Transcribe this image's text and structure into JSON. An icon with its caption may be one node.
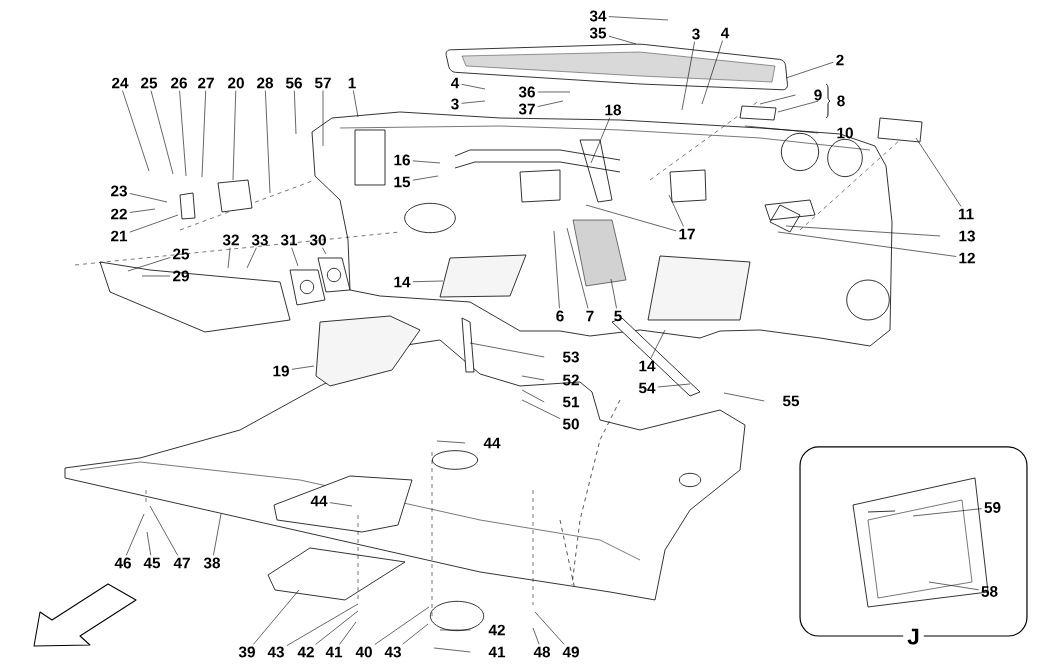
{
  "diagram": {
    "nodes": [
      {
        "text": [
          "34"
        ]
      },
      {
        "text": [
          "35"
        ]
      },
      {
        "text": [
          "3"
        ]
      },
      {
        "text": [
          "4"
        ]
      },
      {
        "text": [
          "2"
        ]
      },
      {
        "text": [
          "24"
        ]
      },
      {
        "text": [
          "25"
        ]
      },
      {
        "text": [
          "26"
        ]
      },
      {
        "text": [
          "27"
        ]
      },
      {
        "text": [
          "20"
        ]
      },
      {
        "text": [
          "28"
        ]
      },
      {
        "text": [
          "56"
        ]
      },
      {
        "text": [
          "57"
        ]
      },
      {
        "text": [
          "1"
        ]
      },
      {
        "text": [
          "4"
        ]
      },
      {
        "text": [
          "36"
        ]
      },
      {
        "text": [
          "9"
        ]
      },
      {
        "text": [
          "8"
        ]
      },
      {
        "text": [
          "3"
        ]
      },
      {
        "text": [
          "37"
        ]
      },
      {
        "text": [
          "18"
        ]
      },
      {
        "text": [
          "10"
        ]
      },
      {
        "text": [
          "16"
        ]
      },
      {
        "text": [
          "15"
        ]
      },
      {
        "text": [
          "23"
        ]
      },
      {
        "text": [
          "22"
        ]
      },
      {
        "text": [
          "11"
        ]
      },
      {
        "text": [
          "17"
        ]
      },
      {
        "text": [
          "21"
        ]
      },
      {
        "text": [
          "13"
        ]
      },
      {
        "text": [
          "32"
        ]
      },
      {
        "text": [
          "33"
        ]
      },
      {
        "text": [
          "31"
        ]
      },
      {
        "text": [
          "30"
        ]
      },
      {
        "text": [
          "25"
        ]
      },
      {
        "text": [
          "12"
        ]
      },
      {
        "text": [
          "29"
        ]
      },
      {
        "text": [
          "14"
        ]
      },
      {
        "text": [
          "6"
        ]
      },
      {
        "text": [
          "7"
        ]
      },
      {
        "text": [
          "5"
        ]
      },
      {
        "text": [
          "53"
        ]
      },
      {
        "text": [
          "14"
        ]
      },
      {
        "text": [
          "19"
        ]
      },
      {
        "text": [
          "52"
        ]
      },
      {
        "text": [
          "54"
        ]
      },
      {
        "text": [
          "51"
        ]
      },
      {
        "text": [
          "55"
        ]
      },
      {
        "text": [
          "50"
        ]
      },
      {
        "text": [
          "44"
        ]
      },
      {
        "text": [
          "44"
        ]
      },
      {
        "text": [
          "J"
        ]
      },
      {
        "text": [
          "59"
        ],
        "in": 51
      },
      {
        "text": [
          "58"
        ],
        "in": 51
      },
      {
        "text": [
          "46"
        ]
      },
      {
        "text": [
          "45"
        ]
      },
      {
        "text": [
          "47"
        ]
      },
      {
        "text": [
          "38"
        ]
      },
      {
        "text": [
          "39"
        ]
      },
      {
        "text": [
          "43"
        ]
      },
      {
        "text": [
          "42"
        ]
      },
      {
        "text": [
          "41"
        ]
      },
      {
        "text": [
          "40"
        ]
      },
      {
        "text": [
          "43"
        ]
      },
      {
        "text": [
          "42"
        ]
      },
      {
        "text": [
          "41"
        ]
      },
      {
        "text": [
          "48"
        ]
      },
      {
        "text": [
          "49"
        ]
      }
    ],
    "edges": [
      {
        "from": 0,
        "to": null,
        "arrow": "none"
      },
      {
        "from": 1,
        "to": null,
        "arrow": "none"
      },
      {
        "from": 2,
        "to": null,
        "arrow": "none"
      },
      {
        "from": 3,
        "to": null,
        "arrow": "none"
      },
      {
        "from": 4,
        "to": null,
        "arrow": "none"
      },
      {
        "from": 5,
        "to": null,
        "arrow": "none"
      },
      {
        "from": 6,
        "to": null,
        "arrow": "none"
      },
      {
        "from": 7,
        "to": null,
        "arrow": "none"
      },
      {
        "from": 8,
        "to": null,
        "arrow": "none"
      },
      {
        "from": 9,
        "to": null,
        "arrow": "none"
      },
      {
        "from": 10,
        "to": null,
        "arrow": "none"
      },
      {
        "from": 11,
        "to": null,
        "arrow": "none"
      },
      {
        "from": 12,
        "to": null,
        "arrow": "none"
      },
      {
        "from": 13,
        "to": null,
        "arrow": "none"
      },
      {
        "from": 14,
        "to": null,
        "arrow": "none"
      },
      {
        "from": 15,
        "to": null,
        "arrow": "none"
      },
      {
        "from": 16,
        "to": null,
        "arrow": "none"
      },
      {
        "from": 18,
        "to": null,
        "arrow": "none"
      },
      {
        "from": 19,
        "to": null,
        "arrow": "none"
      },
      {
        "from": 20,
        "to": null,
        "arrow": "none"
      },
      {
        "from": 21,
        "to": null,
        "arrow": "none"
      },
      {
        "from": 22,
        "to": null,
        "arrow": "none"
      },
      {
        "from": 23,
        "to": null,
        "arrow": "none"
      },
      {
        "from": 24,
        "to": null,
        "arrow": "none"
      },
      {
        "from": 25,
        "to": null,
        "arrow": "none"
      },
      {
        "from": 26,
        "to": null,
        "arrow": "none"
      },
      {
        "from": 27,
        "to": null,
        "arrow": "none"
      },
      {
        "from": 27,
        "to": null,
        "arrow": "none"
      },
      {
        "from": 28,
        "to": null,
        "arrow": "none"
      },
      {
        "from": 29,
        "to": null,
        "arrow": "none"
      },
      {
        "from": 30,
        "to": null,
        "arrow": "none"
      },
      {
        "from": 31,
        "to": null,
        "arrow": "none"
      },
      {
        "from": 32,
        "to": null,
        "arrow": "none"
      },
      {
        "from": 33,
        "to": null,
        "arrow": "none"
      },
      {
        "from": 34,
        "to": null,
        "arrow": "none"
      },
      {
        "from": 35,
        "to": null,
        "arrow": "none"
      },
      {
        "from": 36,
        "to": null,
        "arrow": "none"
      },
      {
        "from": 37,
        "to": null,
        "arrow": "none"
      },
      {
        "from": 38,
        "to": null,
        "arrow": "none"
      },
      {
        "from": 39,
        "to": null,
        "arrow": "none"
      },
      {
        "from": 40,
        "to": null,
        "arrow": "none"
      },
      {
        "from": 41,
        "to": null,
        "arrow": "none"
      },
      {
        "from": 42,
        "to": null,
        "arrow": "none"
      },
      {
        "from": 43,
        "to": null,
        "arrow": "none"
      },
      {
        "from": 44,
        "to": null,
        "arrow": "none"
      },
      {
        "from": 45,
        "to": null,
        "arrow": "none"
      },
      {
        "from": 46,
        "to": null,
        "arrow": "none"
      },
      {
        "from": 47,
        "to": null,
        "arrow": "none"
      },
      {
        "from": 48,
        "to": null,
        "arrow": "none"
      },
      {
        "from": 49,
        "to": null,
        "arrow": "none"
      },
      {
        "from": 50,
        "to": null,
        "arrow": "none"
      },
      {
        "from": 52,
        "to": null,
        "arrow": "none"
      },
      {
        "from": 53,
        "to": null,
        "arrow": "none"
      },
      {
        "from": 54,
        "to": null,
        "arrow": "none"
      },
      {
        "from": 55,
        "to": null,
        "arrow": "none"
      },
      {
        "from": 56,
        "to": null,
        "arrow": "none"
      },
      {
        "from": 57,
        "to": null,
        "arrow": "none"
      },
      {
        "from": 58,
        "to": null,
        "arrow": "none"
      },
      {
        "from": 59,
        "to": null,
        "arrow": "none"
      },
      {
        "from": 60,
        "to": null,
        "arrow": "none"
      },
      {
        "from": 61,
        "to": null,
        "arrow": "none"
      },
      {
        "from": 62,
        "to": null,
        "arrow": "none"
      },
      {
        "from": 63,
        "to": null,
        "arrow": "none"
      },
      {
        "from": 64,
        "to": null,
        "arrow": "none"
      },
      {
        "from": 65,
        "to": null,
        "arrow": "none"
      },
      {
        "from": 66,
        "to": null,
        "arrow": "none"
      },
      {
        "from": 67,
        "to": null,
        "arrow": "none"
      },
      {
        "from": 17,
        "to": null,
        "arrow": "none"
      }
    ]
  }
}
